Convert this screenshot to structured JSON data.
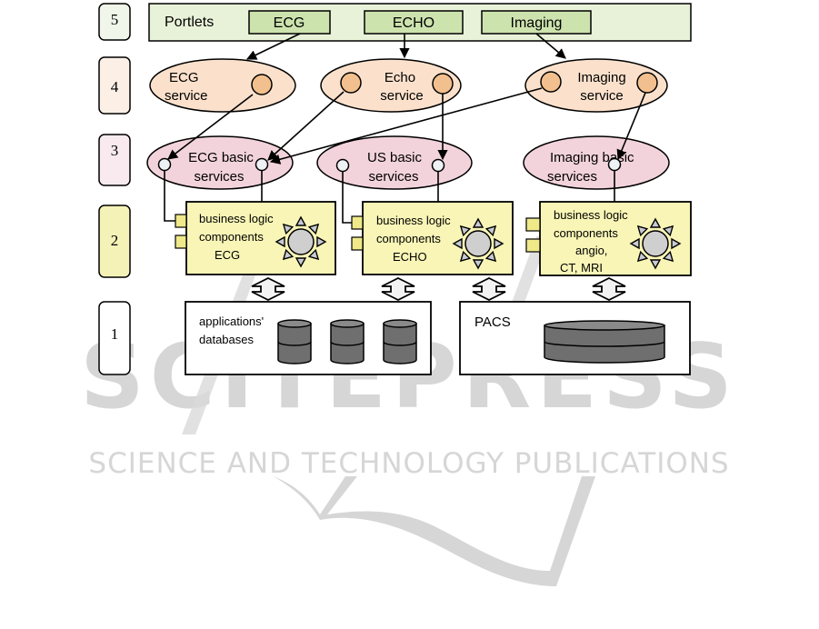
{
  "layers": [
    {
      "number": "5",
      "color": "#f1f6ea"
    },
    {
      "number": "4",
      "color": "#fcf0e6"
    },
    {
      "number": "3",
      "color": "#f8eaee"
    },
    {
      "number": "2",
      "color": "#f5f2b8"
    },
    {
      "number": "1",
      "color": "#ffffff"
    }
  ],
  "portlets": {
    "label": "Portlets",
    "items": [
      "ECG",
      "ECHO",
      "Imaging"
    ]
  },
  "services": [
    {
      "line1": "ECG",
      "line2": "service"
    },
    {
      "line1": "Echo",
      "line2": "service"
    },
    {
      "line1": "Imaging",
      "line2": "service"
    }
  ],
  "basic_services": [
    {
      "line1": "ECG basic",
      "line2": "services"
    },
    {
      "line1": "US basic",
      "line2": "services"
    },
    {
      "line1": "Imaging basic",
      "line2": "services"
    }
  ],
  "components": [
    {
      "lines": [
        "business logic",
        "components",
        "ECG"
      ]
    },
    {
      "lines": [
        "business logic",
        "components",
        "ECHO"
      ]
    },
    {
      "lines": [
        "business logic",
        "components",
        "angio,",
        "CT, MRI"
      ]
    }
  ],
  "storage": {
    "apps_db": {
      "line1": "applications'",
      "line2": "databases"
    },
    "pacs": {
      "label": "PACS"
    }
  },
  "watermark": {
    "title": "SCITEPRESS",
    "subtitle": "SCIENCE AND TECHNOLOGY PUBLICATIONS"
  },
  "colors": {
    "portlet_bar": "#e8f2d8",
    "portlet_box": "#cde3ae",
    "service_ellipse": "#fbe1cc",
    "service_port": "#f2c08e",
    "basic_ellipse": "#f2d3dc",
    "component_box": "#f8f5b6",
    "port_square": "#efe98a",
    "gear": "#cfcfcf",
    "db": "#6f6f6f",
    "watermark": "#d4d4d4"
  }
}
